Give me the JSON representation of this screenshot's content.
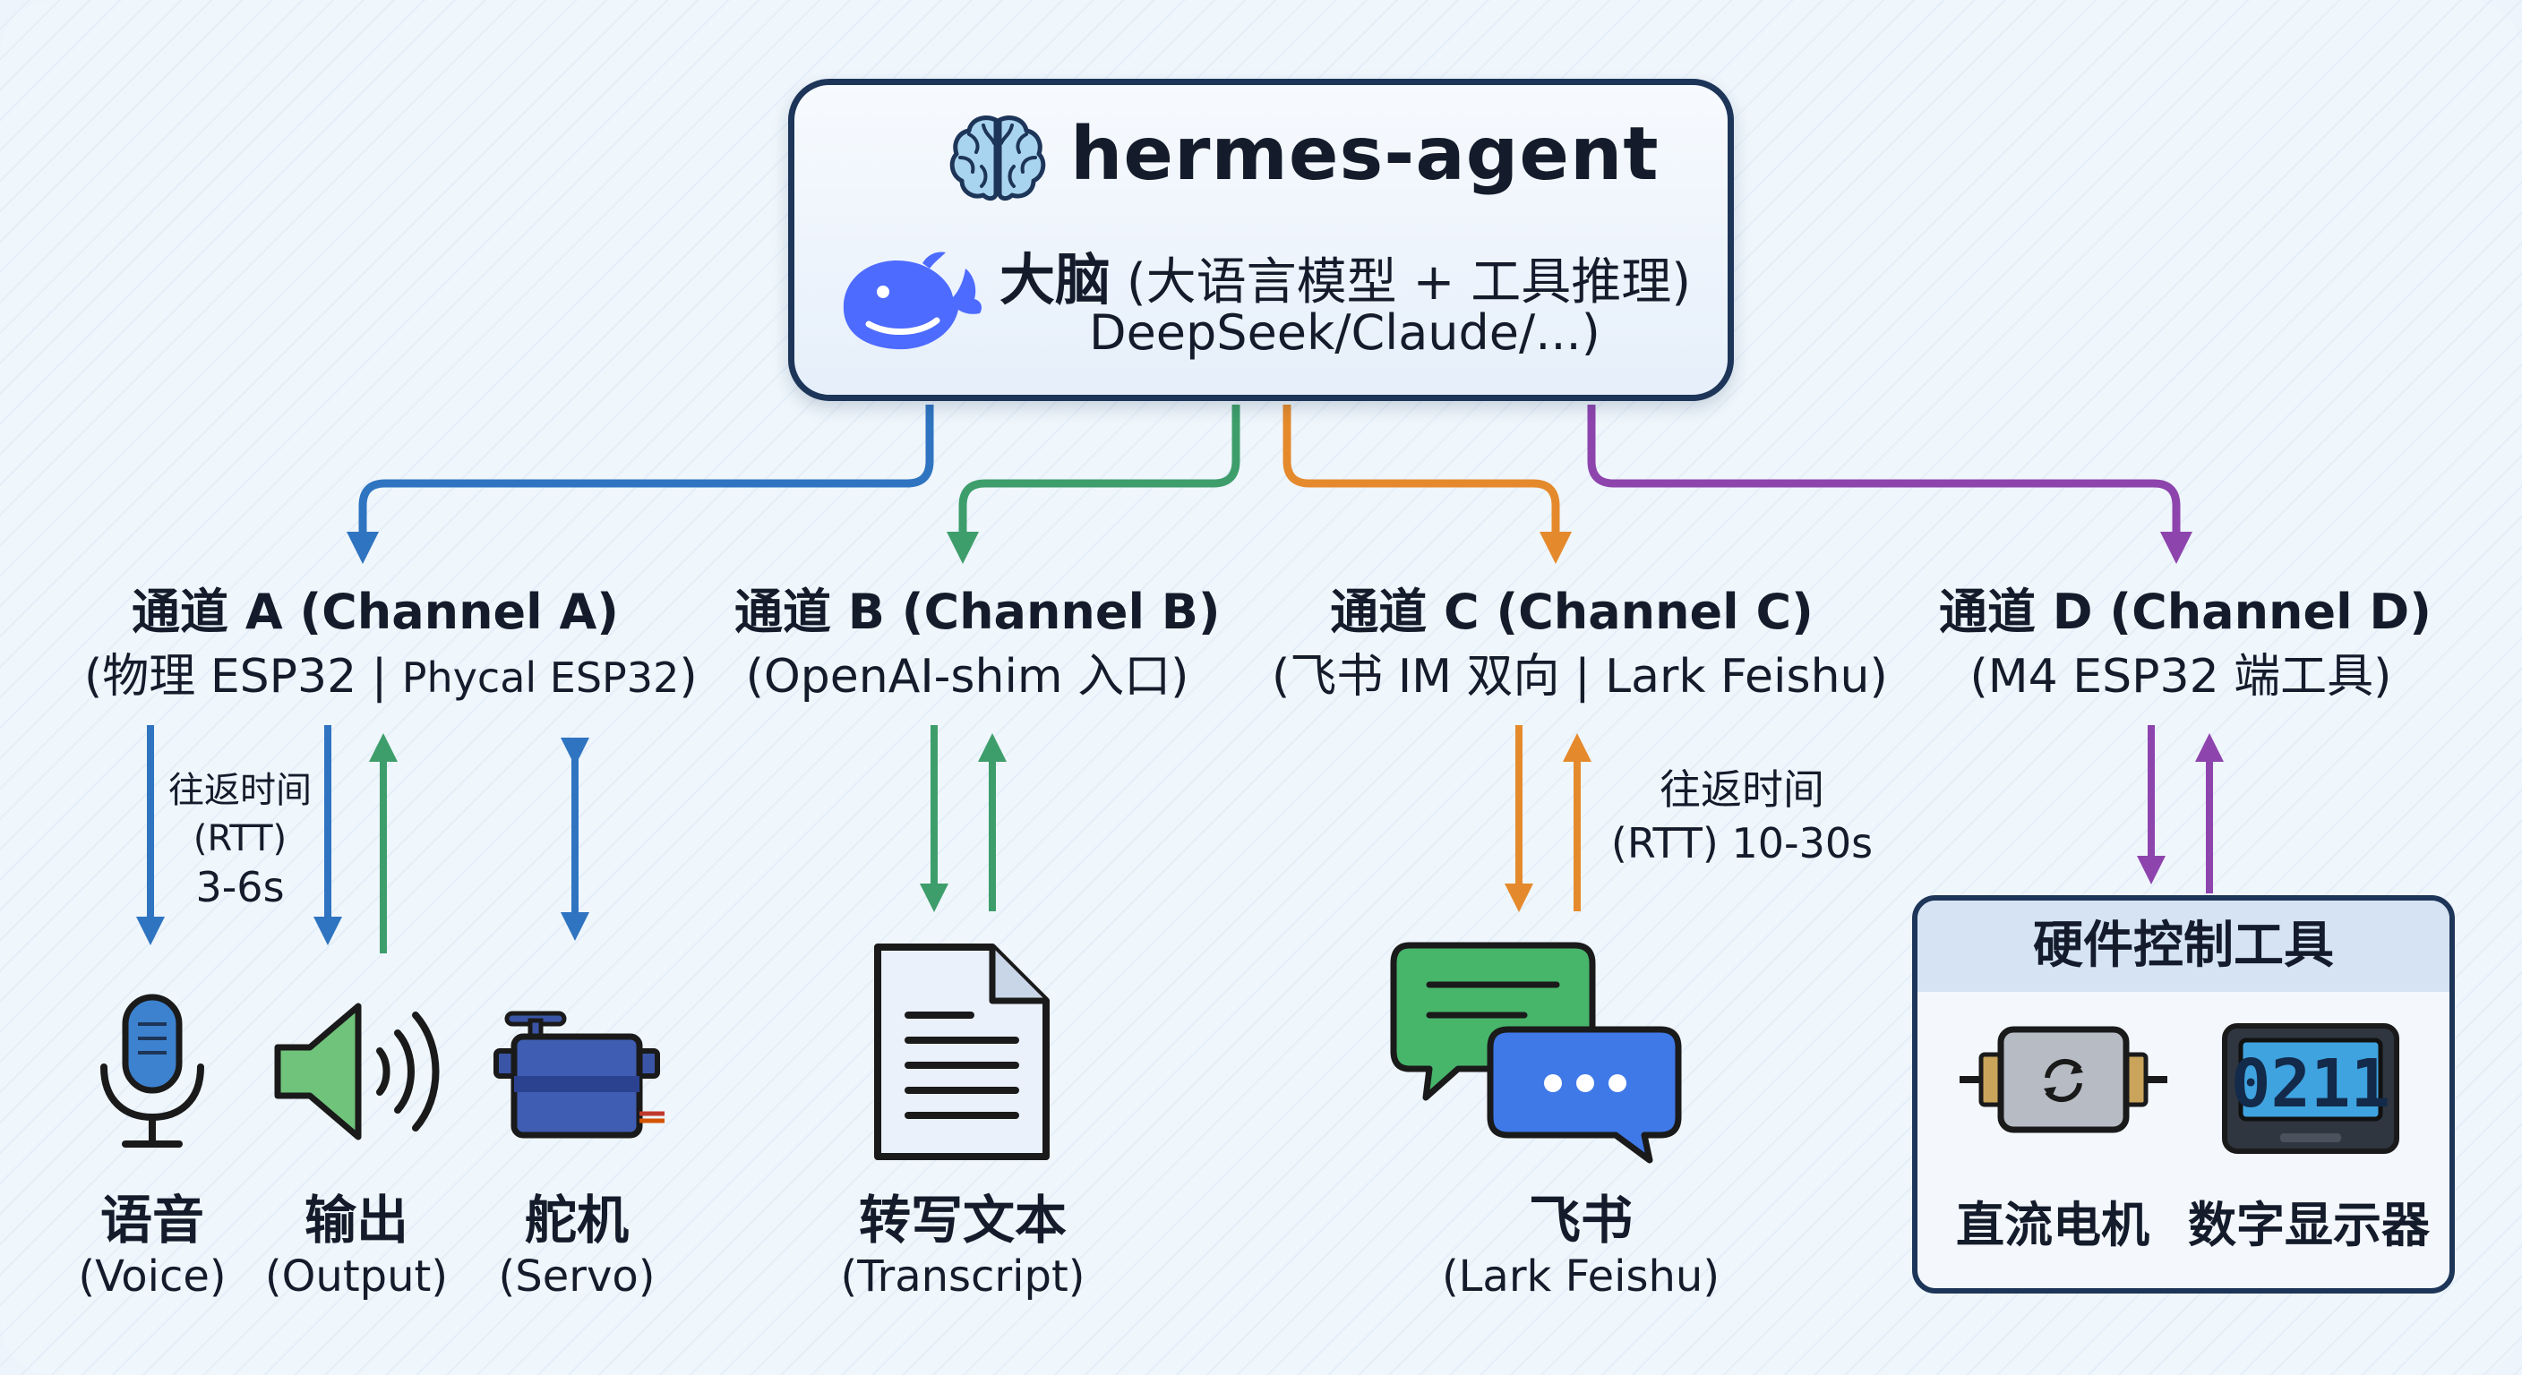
{
  "brain": {
    "title": "hermes-agent",
    "subtitle_bold": "大脑",
    "subtitle_rest": "(大语言模型 + 工具推理)",
    "models": "DeepSeek/Claude/...)"
  },
  "channels": [
    {
      "title": "通道 A (Channel A)",
      "sub_a": "(物理 ESP32 | ",
      "sub_b": "Phycal ESP32",
      "sub_c": ")",
      "color": "#2f74c0"
    },
    {
      "title": "通道 B (Channel B)",
      "sub_a": "(OpenAI-shim 入口)",
      "color": "#3e9e6b"
    },
    {
      "title": "通道 C (Channel C)",
      "sub_a": "(飞书 IM 双向 | Lark Feishu)",
      "color": "#e58a2c"
    },
    {
      "title": "通道 D (Channel D)",
      "sub_a": "(M4 ESP32 端工具)",
      "color": "#8e44ad"
    }
  ],
  "rtt_a": {
    "l1": "往返时间",
    "l2": "(RTT)",
    "l3": "3-6s"
  },
  "rtt_c": {
    "l1": "往返时间",
    "l2": "(RTT) 10-30s"
  },
  "devices": {
    "voice": {
      "zh": "语音",
      "en": "(Voice)"
    },
    "output": {
      "zh": "输出",
      "en": "(Output)"
    },
    "servo": {
      "zh": "舵机",
      "en": "(Servo)"
    },
    "transcript": {
      "zh": "转写文本",
      "en": "(Transcript)"
    },
    "feishu": {
      "zh": "飞书",
      "en": "(Lark Feishu)"
    }
  },
  "tools": {
    "header": "硬件控制工具",
    "motor": "直流电机",
    "display": "数字显示器",
    "display_digits": "0211"
  },
  "icons": [
    "brain-icon",
    "whale-icon",
    "microphone-icon",
    "speaker-icon",
    "servo-icon",
    "document-icon",
    "chat-icon",
    "dc-motor-icon",
    "digital-display-icon"
  ]
}
